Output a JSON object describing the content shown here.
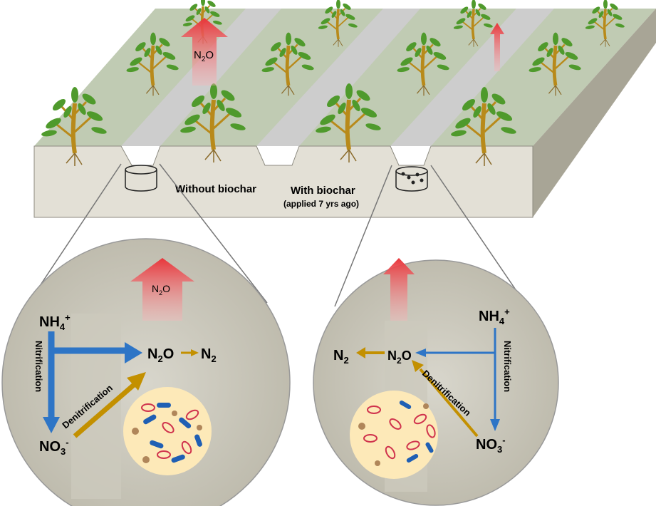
{
  "field": {
    "n2o_emission_label": "N2O",
    "without_biochar_label": "Without biochar",
    "with_biochar_label": "With biochar",
    "with_biochar_note": "(applied 7 yrs ago)"
  },
  "left_zoom": {
    "flux_label": "N2O",
    "ammonium": "NH4+",
    "nitrate": "NO3-",
    "nitrous_oxide": "N2O",
    "dinitrogen": "N2",
    "nitrification": "Nitrification",
    "denitrification": "Denitrification"
  },
  "right_zoom": {
    "ammonium": "NH4+",
    "nitrate": "NO3-",
    "nitrous_oxide": "N2O",
    "dinitrogen": "N2",
    "nitrification": "Nitrification",
    "denitrification": "Denitrification"
  },
  "colors": {
    "nitrification": "#2e75c6",
    "denitrification": "#c39000",
    "emission": "#e8353a",
    "soil_top": "#b9c5ad",
    "soil_side": "#e1ded3"
  },
  "icons": [
    "plant-icon",
    "gas-chamber-icon",
    "biochar-chamber-icon",
    "bacteria-icon"
  ]
}
